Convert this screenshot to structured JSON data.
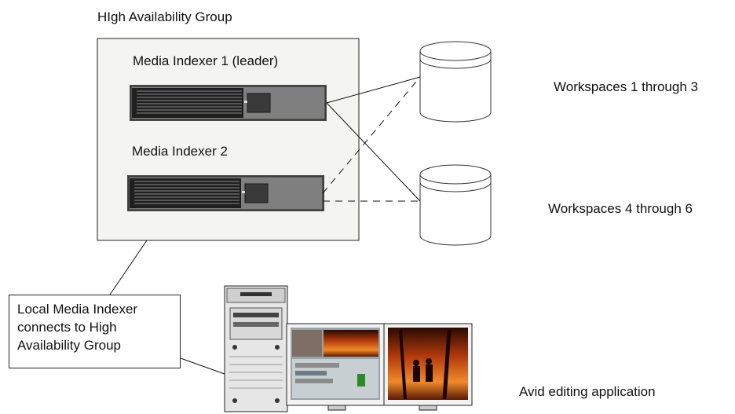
{
  "group": {
    "title": "HIgh Availability Group"
  },
  "indexers": [
    {
      "label": "Media Indexer 1 (leader)"
    },
    {
      "label": "Media Indexer 2"
    }
  ],
  "workspaces": [
    {
      "label": "Workspaces 1 through 3"
    },
    {
      "label": "Workspaces 4 through 6"
    }
  ],
  "callout": {
    "lines": [
      "Local Media Indexer",
      "connects to High",
      "Availability Group"
    ]
  },
  "editor": {
    "label": "Avid editing application"
  },
  "colors": {
    "server_body": "#7f7f7f",
    "server_dark": "#2b2b2b",
    "group_fill": "#f4f5f2",
    "fire": "#d9601a"
  }
}
